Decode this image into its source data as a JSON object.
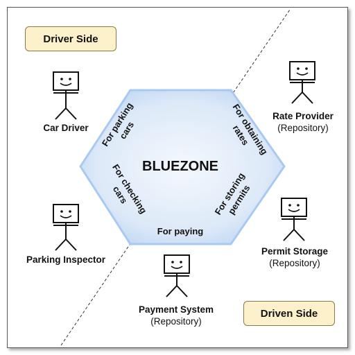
{
  "sides": {
    "driver": "Driver Side",
    "driven": "Driven Side"
  },
  "hexagon": {
    "title": "BLUEZONE",
    "ports": [
      {
        "id": "parking",
        "line1": "For parking",
        "line2": "cars"
      },
      {
        "id": "obtaining",
        "line1": "For obtaining",
        "line2": "rates"
      },
      {
        "id": "checking",
        "line1": "For checking",
        "line2": "cars"
      },
      {
        "id": "storing",
        "line1": "For storing",
        "line2": "permits"
      },
      {
        "id": "paying",
        "line1": "For paying",
        "line2": ""
      }
    ]
  },
  "actors": {
    "car_driver": {
      "name": "Car Driver",
      "sub": ""
    },
    "parking_inspector": {
      "name": "Parking Inspector",
      "sub": ""
    },
    "rate_provider": {
      "name": "Rate Provider",
      "sub": "(Repository)"
    },
    "permit_storage": {
      "name": "Permit Storage",
      "sub": "(Repository)"
    },
    "payment_system": {
      "name": "Payment System",
      "sub": "(Repository)"
    }
  },
  "colors": {
    "hex_fill_center": "#eef4fc",
    "hex_fill_edge": "#c5dbf4",
    "hex_stroke": "#a9c9ee",
    "side_box_fill": "#fdf1cc"
  }
}
